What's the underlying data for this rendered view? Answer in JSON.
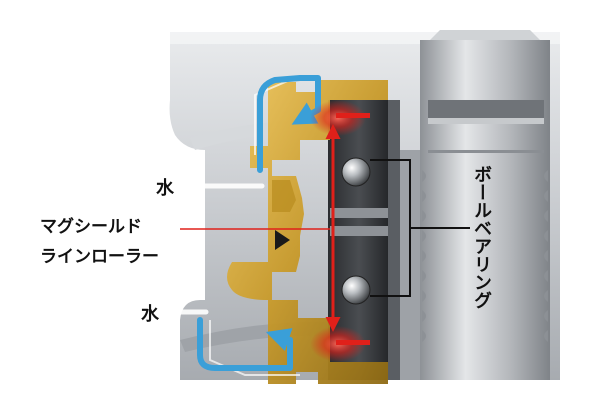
{
  "labels": {
    "water_top": "水",
    "water_bottom": "水",
    "mag_shield_line1": "マグシールド",
    "mag_shield_line2": "ラインローラー",
    "ball_bearing": "ボールベアリング"
  },
  "colors": {
    "water_arrow": "#3a9fd8",
    "shield_gold": "#c89a2a",
    "seal_red": "#e0201a",
    "housing_grey": "#b9bcc0",
    "label_text": "#111111"
  },
  "icons": {
    "water_flow": "water-flow-arrow-icon",
    "bearing_ball": "bearing-ball-icon",
    "force_arrow": "double-headed-arrow-icon"
  }
}
